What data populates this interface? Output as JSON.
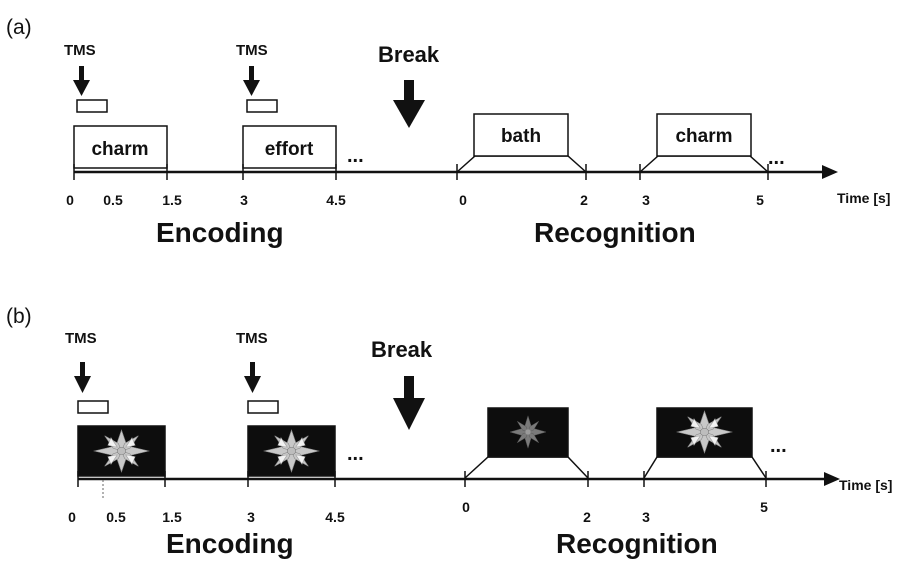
{
  "panels": [
    {
      "label": "(a)",
      "tms_label": "TMS",
      "break_label": "Break",
      "encoding_words": [
        "charm",
        "effort"
      ],
      "recognition_words": [
        "bath",
        "charm"
      ],
      "ellipsis": "...",
      "encoding_ticks": [
        "0",
        "0.5",
        "1.5",
        "3",
        "4.5"
      ],
      "recognition_ticks": [
        "0",
        "2",
        "3",
        "5"
      ],
      "time_label": "Time [s]",
      "encoding_label": "Encoding",
      "recognition_label": "Recognition"
    },
    {
      "label": "(b)",
      "tms_label": "TMS",
      "break_label": "Break",
      "encoding_images": [
        "kaleidoscope-pattern-1",
        "kaleidoscope-pattern-2"
      ],
      "recognition_images": [
        "kaleidoscope-pattern-3",
        "kaleidoscope-pattern-2"
      ],
      "ellipsis": "...",
      "encoding_ticks": [
        "0",
        "0.5",
        "1.5",
        "3",
        "4.5"
      ],
      "recognition_ticks": [
        "0",
        "2",
        "3",
        "5"
      ],
      "time_label": "Time [s]",
      "encoding_label": "Encoding",
      "recognition_label": "Recognition"
    }
  ],
  "colors": {
    "ink": "#111111",
    "stimulus_bg": "#0d0d0d",
    "pattern": "#cfcfcf"
  }
}
